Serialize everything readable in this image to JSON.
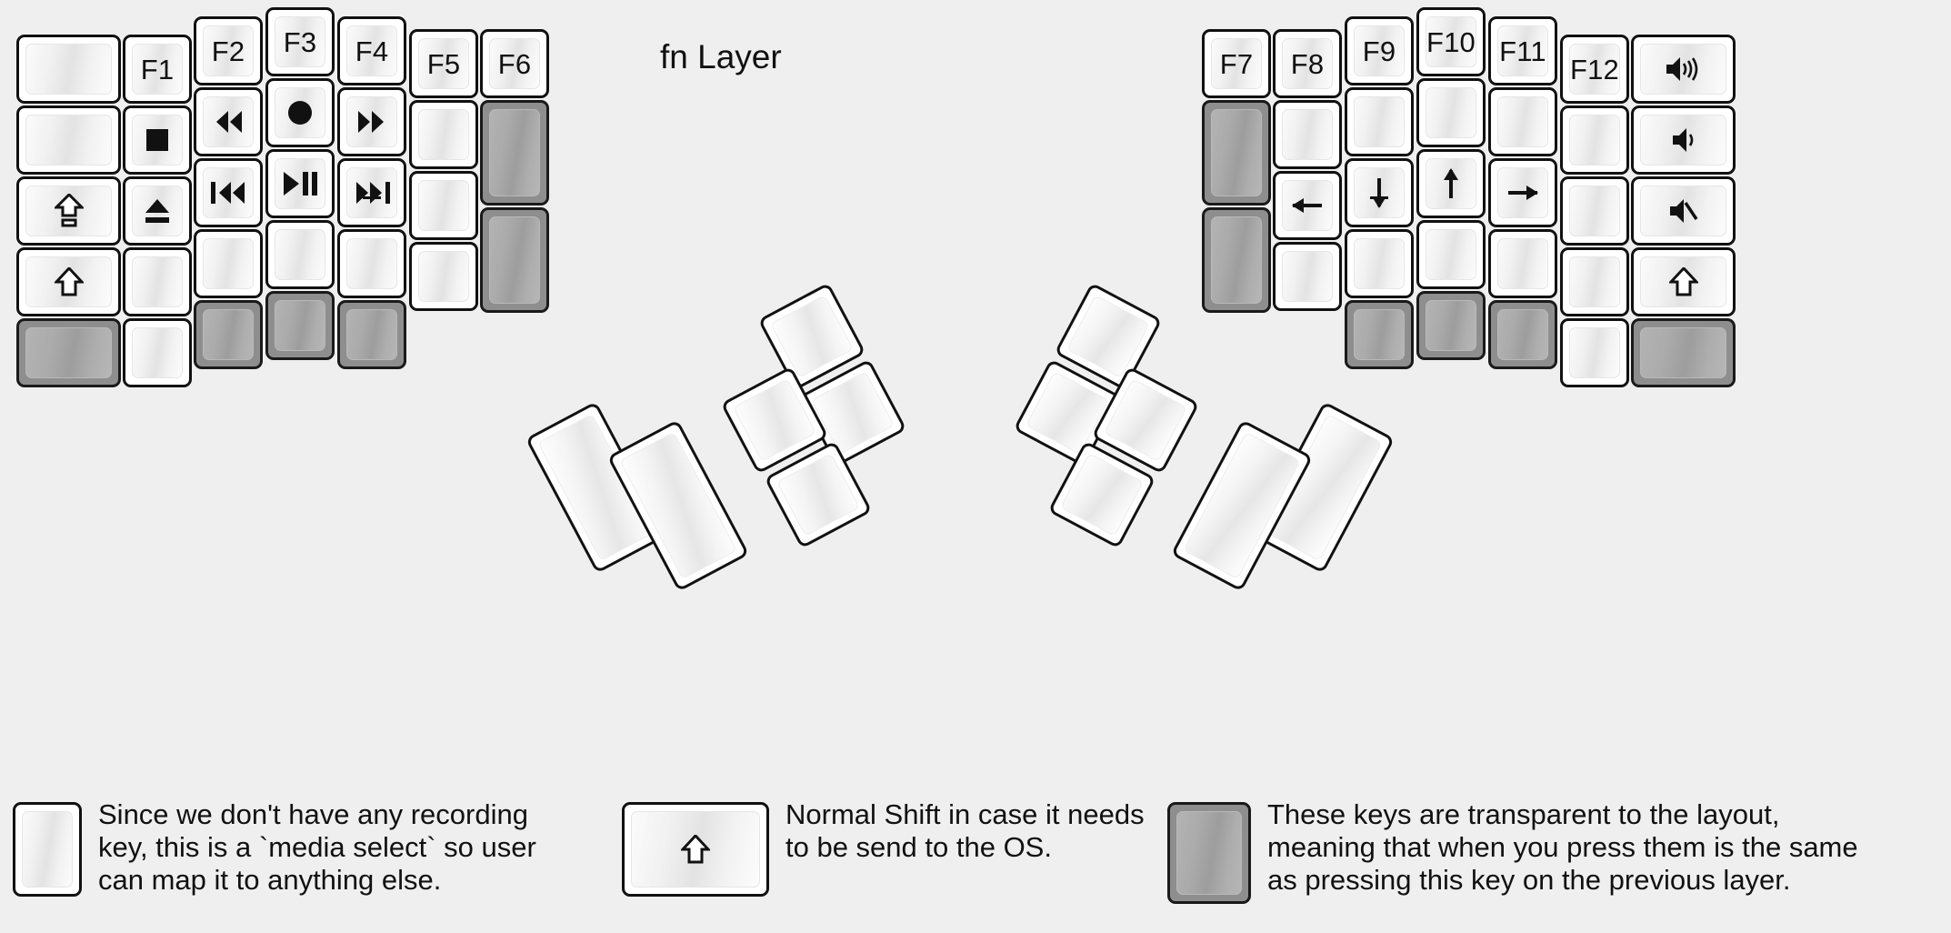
{
  "title": "fn Layer",
  "colors": {
    "background": "#efefef",
    "key_face": "#ffffff",
    "key_outline": "#111111",
    "transparent_key": "#8e8e8e",
    "text": "#111111"
  },
  "legend": {
    "items": [
      {
        "icon": "record-dot-icon",
        "key_style": "normal",
        "text": "Since we don't have any recording\nkey, this is a `media select` so user\ncan map it to anything else."
      },
      {
        "icon": "shift-arrow-icon",
        "key_style": "normal",
        "text": "Normal Shift in case it needs\nto be send to the OS."
      },
      {
        "icon": "none",
        "key_style": "transparent",
        "text": "These keys are transparent to the layout,\nmeaning that when you press them is the same\nas pressing this key on the previous layer."
      }
    ]
  },
  "keyboard": {
    "left_half": {
      "columns": [
        {
          "name": "col-pinky-outer",
          "keys": [
            {
              "label": "",
              "icon": "none",
              "style": "normal"
            },
            {
              "label": "",
              "icon": "none",
              "style": "normal"
            },
            {
              "label": "",
              "icon": "caps-lock-icon",
              "style": "normal"
            },
            {
              "label": "",
              "icon": "shift-arrow-icon",
              "style": "normal"
            },
            {
              "label": "",
              "icon": "none",
              "style": "transparent"
            }
          ]
        },
        {
          "name": "col-pinky",
          "keys": [
            {
              "label": "F1",
              "icon": "none",
              "style": "normal"
            },
            {
              "label": "",
              "icon": "media-stop-icon",
              "style": "normal"
            },
            {
              "label": "",
              "icon": "media-eject-icon",
              "style": "normal"
            },
            {
              "label": "",
              "icon": "none",
              "style": "normal"
            },
            {
              "label": "",
              "icon": "none",
              "style": "normal"
            }
          ]
        },
        {
          "name": "col-ring",
          "keys": [
            {
              "label": "F2",
              "icon": "none",
              "style": "normal"
            },
            {
              "label": "",
              "icon": "media-rewind-icon",
              "style": "normal"
            },
            {
              "label": "",
              "icon": "media-previous-track-icon",
              "style": "normal"
            },
            {
              "label": "",
              "icon": "none",
              "style": "normal"
            },
            {
              "label": "",
              "icon": "none",
              "style": "transparent"
            }
          ]
        },
        {
          "name": "col-middle",
          "keys": [
            {
              "label": "F3",
              "icon": "none",
              "style": "normal"
            },
            {
              "label": "",
              "icon": "media-record-icon",
              "style": "normal"
            },
            {
              "label": "",
              "icon": "media-play-pause-icon",
              "style": "normal"
            },
            {
              "label": "",
              "icon": "none",
              "style": "normal"
            },
            {
              "label": "",
              "icon": "none",
              "style": "transparent"
            }
          ]
        },
        {
          "name": "col-index",
          "keys": [
            {
              "label": "F4",
              "icon": "none",
              "style": "normal"
            },
            {
              "label": "",
              "icon": "media-fast-forward-icon",
              "style": "normal"
            },
            {
              "label": "",
              "icon": "media-next-track-icon",
              "style": "normal"
            },
            {
              "label": "",
              "icon": "none",
              "style": "normal"
            },
            {
              "label": "",
              "icon": "none",
              "style": "transparent"
            }
          ]
        },
        {
          "name": "col-index-inner",
          "keys": [
            {
              "label": "F5",
              "icon": "none",
              "style": "normal"
            },
            {
              "label": "",
              "icon": "none",
              "style": "normal"
            },
            {
              "label": "",
              "icon": "none",
              "style": "normal"
            },
            {
              "label": "",
              "icon": "none",
              "style": "normal"
            }
          ]
        },
        {
          "name": "col-inner",
          "keys": [
            {
              "label": "F6",
              "icon": "none",
              "style": "normal"
            },
            {
              "label": "",
              "icon": "none",
              "style": "transparent"
            },
            {
              "label": "",
              "icon": "none",
              "style": "transparent"
            }
          ]
        }
      ],
      "thumb_cluster": [
        {
          "name": "thumb-left-big-1",
          "icon": "none",
          "style": "normal"
        },
        {
          "name": "thumb-left-big-2",
          "icon": "none",
          "style": "normal"
        },
        {
          "name": "thumb-left-small-top",
          "icon": "none",
          "style": "normal"
        },
        {
          "name": "thumb-left-small-upper",
          "icon": "none",
          "style": "normal"
        },
        {
          "name": "thumb-left-small-mid",
          "icon": "none",
          "style": "normal"
        },
        {
          "name": "thumb-left-small-bottom",
          "icon": "none",
          "style": "normal"
        }
      ]
    },
    "right_half": {
      "columns": [
        {
          "name": "col-inner",
          "keys": [
            {
              "label": "F7",
              "icon": "none",
              "style": "normal"
            },
            {
              "label": "",
              "icon": "none",
              "style": "transparent"
            },
            {
              "label": "",
              "icon": "none",
              "style": "transparent"
            }
          ]
        },
        {
          "name": "col-index-inner",
          "keys": [
            {
              "label": "F8",
              "icon": "none",
              "style": "normal"
            },
            {
              "label": "",
              "icon": "none",
              "style": "normal"
            },
            {
              "label": "",
              "icon": "arrow-left-icon",
              "style": "normal"
            },
            {
              "label": "",
              "icon": "none",
              "style": "normal"
            }
          ]
        },
        {
          "name": "col-index",
          "keys": [
            {
              "label": "F9",
              "icon": "none",
              "style": "normal"
            },
            {
              "label": "",
              "icon": "none",
              "style": "normal"
            },
            {
              "label": "",
              "icon": "arrow-down-icon",
              "style": "normal"
            },
            {
              "label": "",
              "icon": "none",
              "style": "normal"
            },
            {
              "label": "",
              "icon": "none",
              "style": "transparent"
            }
          ]
        },
        {
          "name": "col-middle",
          "keys": [
            {
              "label": "F10",
              "icon": "none",
              "style": "normal"
            },
            {
              "label": "",
              "icon": "none",
              "style": "normal"
            },
            {
              "label": "",
              "icon": "arrow-up-icon",
              "style": "normal"
            },
            {
              "label": "",
              "icon": "none",
              "style": "normal"
            },
            {
              "label": "",
              "icon": "none",
              "style": "transparent"
            }
          ]
        },
        {
          "name": "col-ring",
          "keys": [
            {
              "label": "F11",
              "icon": "none",
              "style": "normal"
            },
            {
              "label": "",
              "icon": "none",
              "style": "normal"
            },
            {
              "label": "",
              "icon": "arrow-right-icon",
              "style": "normal"
            },
            {
              "label": "",
              "icon": "none",
              "style": "normal"
            },
            {
              "label": "",
              "icon": "none",
              "style": "transparent"
            }
          ]
        },
        {
          "name": "col-pinky",
          "keys": [
            {
              "label": "F12",
              "icon": "none",
              "style": "normal"
            },
            {
              "label": "",
              "icon": "none",
              "style": "normal"
            },
            {
              "label": "",
              "icon": "none",
              "style": "normal"
            },
            {
              "label": "",
              "icon": "none",
              "style": "normal"
            },
            {
              "label": "",
              "icon": "none",
              "style": "normal"
            }
          ]
        },
        {
          "name": "col-pinky-outer",
          "keys": [
            {
              "label": "",
              "icon": "volume-up-icon",
              "style": "normal"
            },
            {
              "label": "",
              "icon": "volume-down-icon",
              "style": "normal"
            },
            {
              "label": "",
              "icon": "volume-mute-icon",
              "style": "normal"
            },
            {
              "label": "",
              "icon": "shift-arrow-icon",
              "style": "normal"
            },
            {
              "label": "",
              "icon": "none",
              "style": "transparent"
            }
          ]
        }
      ],
      "thumb_cluster": [
        {
          "name": "thumb-right-big-1",
          "icon": "none",
          "style": "normal"
        },
        {
          "name": "thumb-right-big-2",
          "icon": "none",
          "style": "normal"
        },
        {
          "name": "thumb-right-small-top",
          "icon": "none",
          "style": "normal"
        },
        {
          "name": "thumb-right-small-upper",
          "icon": "none",
          "style": "normal"
        },
        {
          "name": "thumb-right-small-mid",
          "icon": "none",
          "style": "normal"
        },
        {
          "name": "thumb-right-small-bottom",
          "icon": "none",
          "style": "normal"
        }
      ]
    }
  }
}
